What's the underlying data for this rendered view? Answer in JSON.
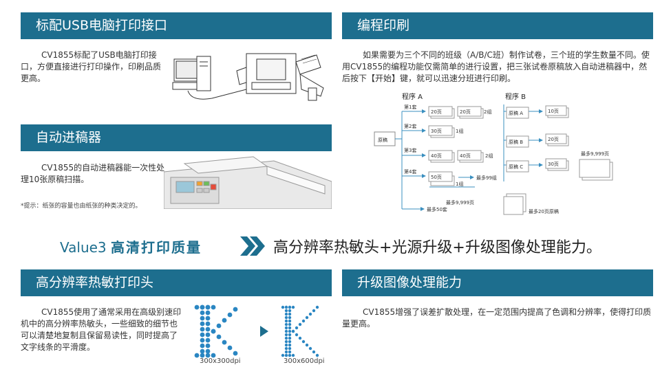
{
  "sections": {
    "usb": {
      "title": "标配USB电脑打印接口",
      "body": "CV1855标配了USB电脑打印接口，方便直接进行打印操作，印刷品质更高。"
    },
    "programming": {
      "title": "编程印刷",
      "body": "如果需要为三个不同的班级（A/B/C班）制作试卷，三个班的学生数量不同。使用CV1855的编程功能仅需简单的进行设置，把三张试卷原稿放入自动进稿器中，然后按下【开始】键，就可以迅速分班进行印刷。"
    },
    "adf": {
      "title": "自动进稿器",
      "body": "CV1855的自动进稿器能一次性处理10张原稿扫描。",
      "note": "*提示：纸张的容量也由纸张的种类决定的。"
    },
    "value3": {
      "prefix": "Value3",
      "highlight": "高清打印质量",
      "tagline": "高分辨率热敏头+光源升级+升级图像处理能力。"
    },
    "thermal": {
      "title": "高分辨率热敏打印头",
      "body": "CV1855使用了通常采用在高级别速印机中的高分辨率热敏头，一些细致的细节也可以清楚地复制且保留易读性，同时提高了文字线条的平滑度。",
      "dpi_left": "300x300dpi",
      "dpi_right": "300x600dpi"
    },
    "image_processing": {
      "title": "升级图像处理能力",
      "body": "CV1855增强了误差扩散处理，在一定范围内提高了色调和分辨率，使得打印质量更高。"
    }
  },
  "diagram": {
    "program_a": "程序 A",
    "program_b": "程序 B",
    "original": "原稿",
    "sets": [
      "第1套",
      "第2套",
      "第3套",
      "第4套"
    ],
    "pages_20": "20页",
    "pages_30": "30页",
    "pages_40": "40页",
    "pages_50": "50页",
    "pages_10": "10页",
    "group_2": "2组",
    "group_1": "1组",
    "max_99_groups": "最多99组",
    "max_9999_pages": "最多9,999页",
    "max_50_sets": "最多50套",
    "original_a": "原稿 A",
    "original_b": "原稿 B",
    "original_c": "原稿 C",
    "max_20_originals": "最多20页原稿"
  },
  "colors": {
    "accent": "#1d6e8e",
    "dots": "#2a86c2"
  }
}
